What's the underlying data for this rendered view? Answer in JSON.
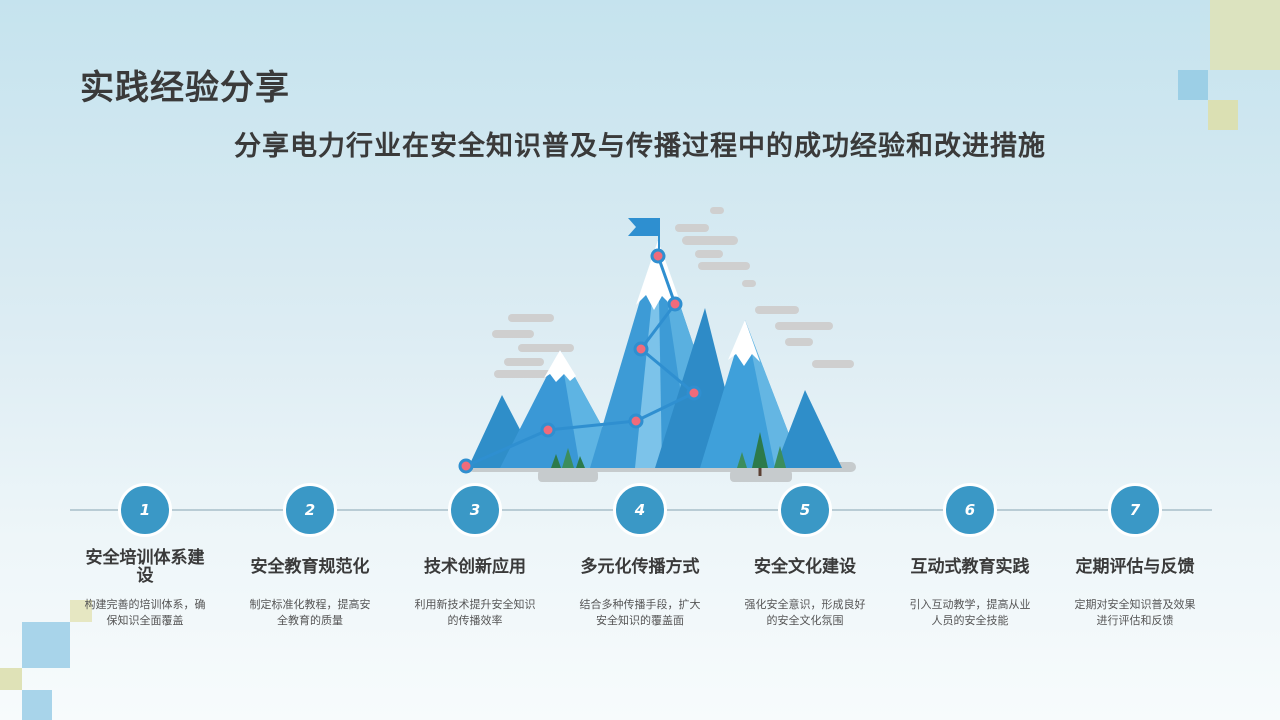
{
  "slide": {
    "title": "实践经验分享",
    "subtitle": "分享电力行业在安全知识普及与传播过程中的成功经验和改进措施"
  },
  "illustration": {
    "icons": [
      "mountain-icon",
      "flag-icon",
      "cloud-icon",
      "tree-icon"
    ],
    "colors": {
      "mountain": "#3a98c6",
      "path": "#3d9bd6",
      "node": "#f06b7b",
      "cloud": "#cccccc"
    }
  },
  "steps": [
    {
      "number": "1",
      "title": "安全培训体系建设",
      "desc": "构建完善的培训体系，确保知识全面覆盖"
    },
    {
      "number": "2",
      "title": "安全教育规范化",
      "desc": "制定标准化教程，提高安全教育的质量"
    },
    {
      "number": "3",
      "title": "技术创新应用",
      "desc": "利用新技术提升安全知识的传播效率"
    },
    {
      "number": "4",
      "title": "多元化传播方式",
      "desc": "结合多种传播手段，扩大安全知识的覆盖面"
    },
    {
      "number": "5",
      "title": "安全文化建设",
      "desc": "强化安全意识，形成良好的安全文化氛围"
    },
    {
      "number": "6",
      "title": "互动式教育实践",
      "desc": "引入互动教学，提高从业人员的安全技能"
    },
    {
      "number": "7",
      "title": "定期评估与反馈",
      "desc": "定期对安全知识普及效果进行评估和反馈"
    }
  ],
  "theme": {
    "accent": "#3a98c6",
    "title_color": "#3a3a3a",
    "line_color": "#b9ccd5"
  }
}
